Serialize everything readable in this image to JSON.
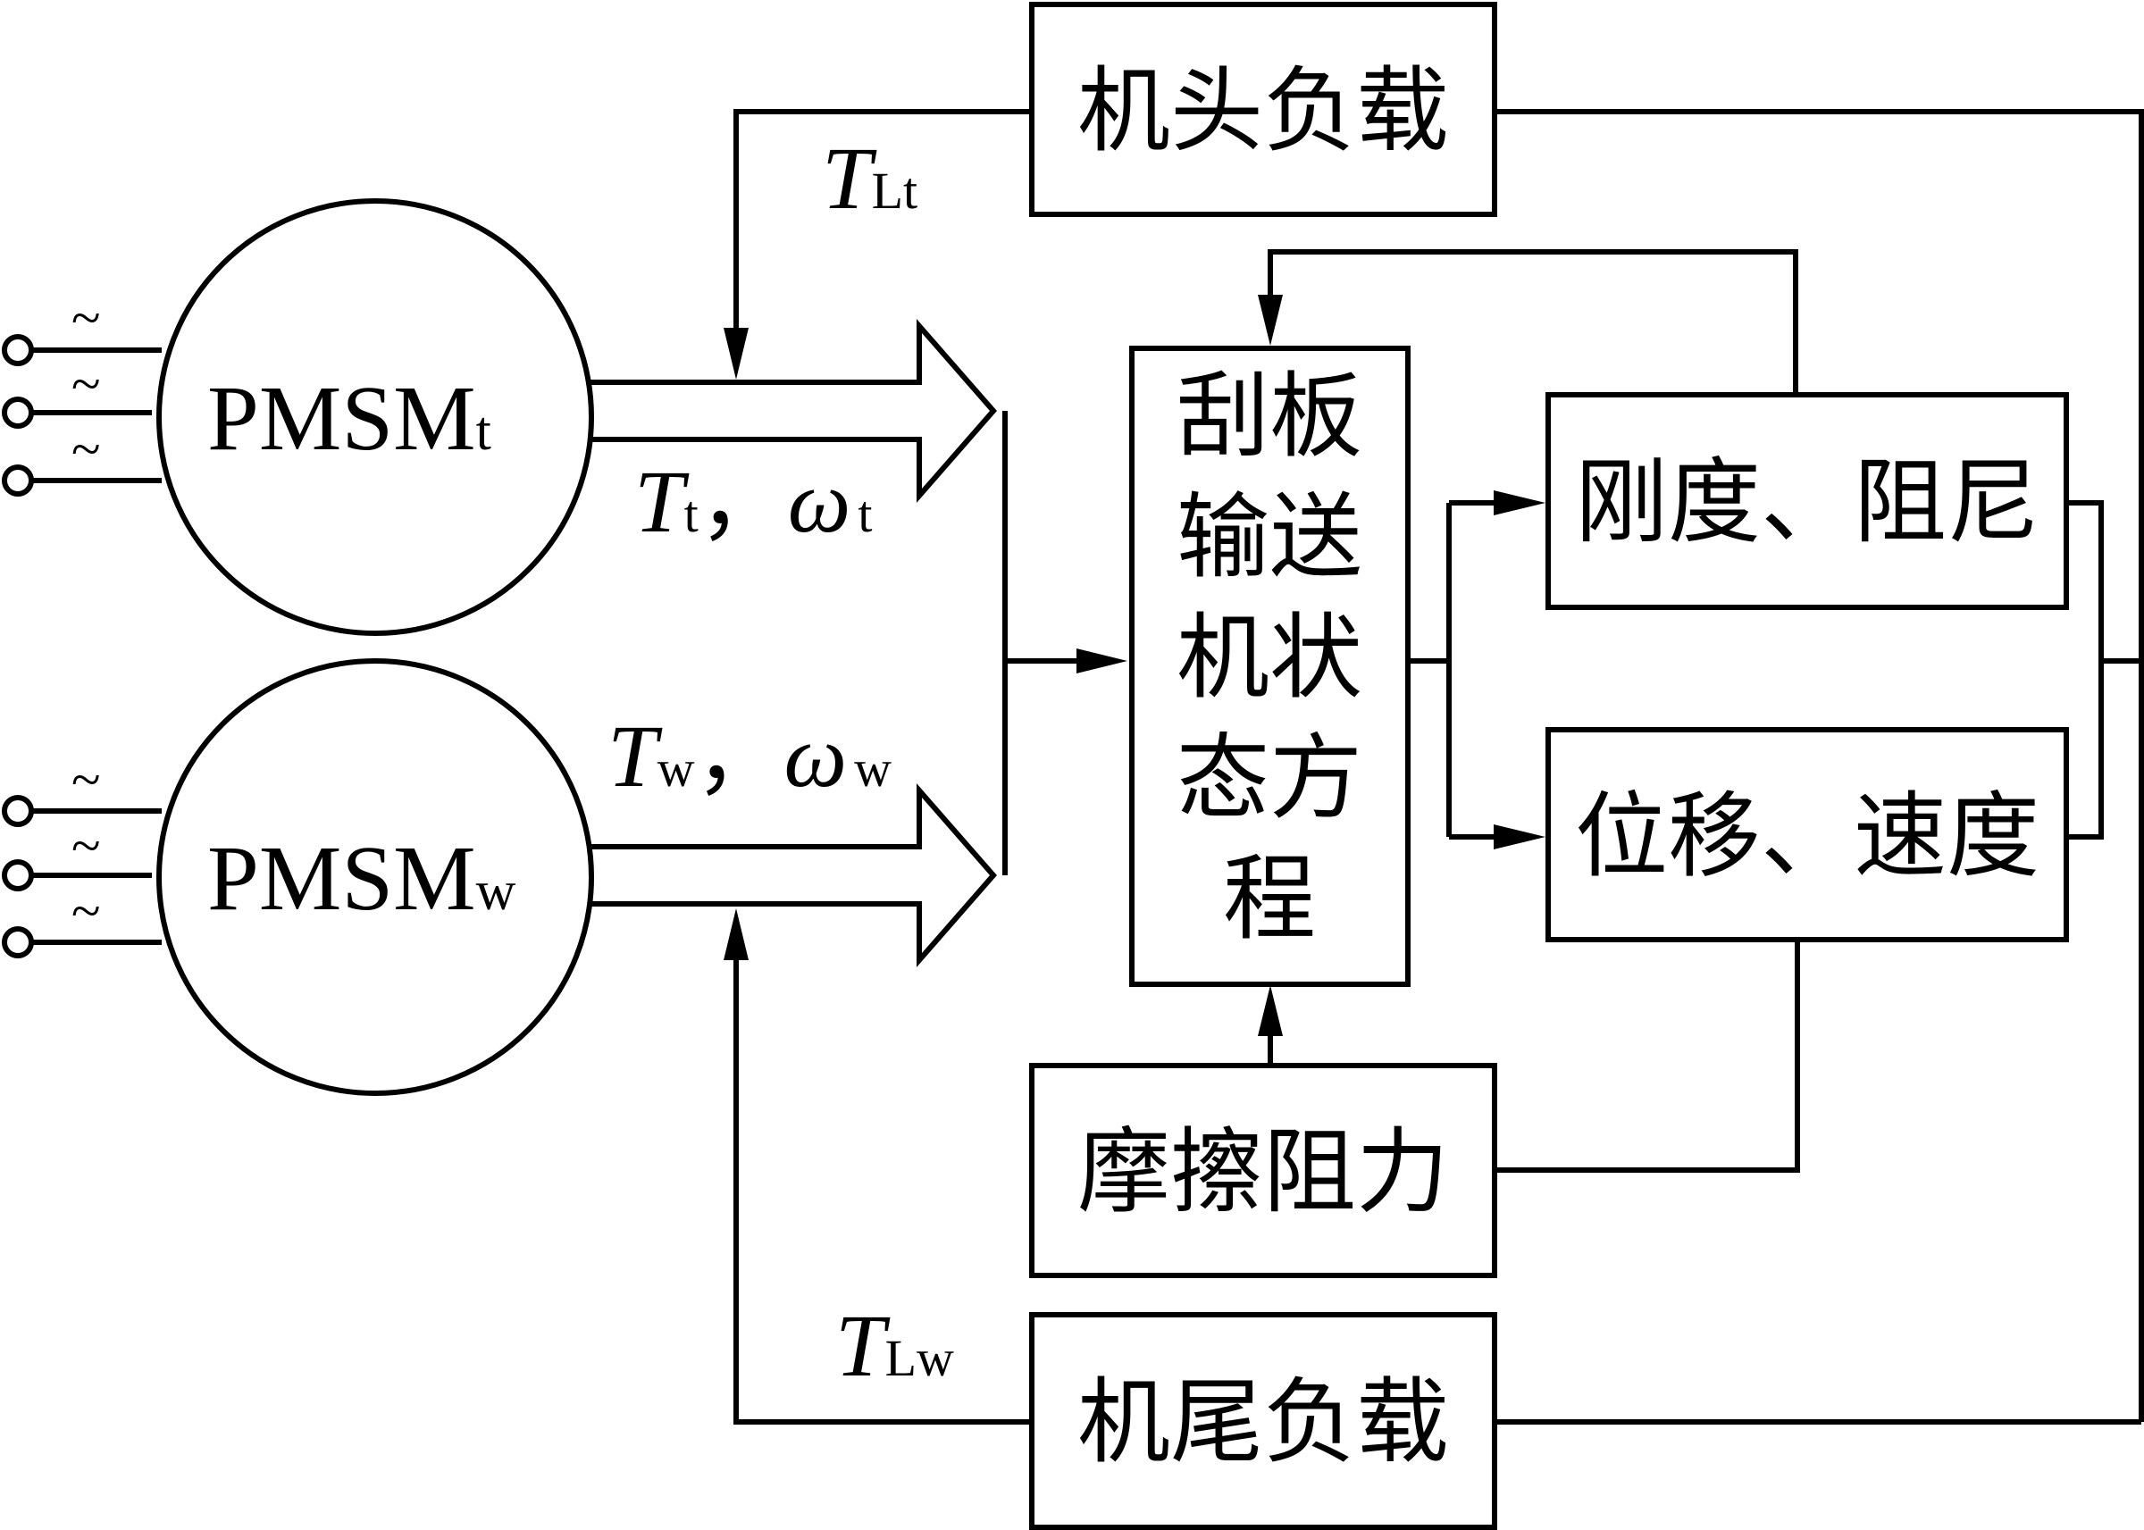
{
  "motors": {
    "top": {
      "name": "PMSM",
      "sub": "t",
      "output_T": "T",
      "output_T_sub": "t",
      "sep": "，",
      "output_w": "ω",
      "output_w_sub": "t"
    },
    "bottom": {
      "name": "PMSM",
      "sub": "w",
      "output_T": "T",
      "output_T_sub": "w",
      "sep": "，",
      "output_w": "ω",
      "output_w_sub": "w"
    },
    "ac_symbol": "~"
  },
  "loads": {
    "head": {
      "label": "机头负载",
      "torque": "T",
      "torque_sub": "Lt"
    },
    "tail": {
      "label": "机尾负载",
      "torque": "T",
      "torque_sub": "Lw"
    }
  },
  "state_equation": {
    "lines": [
      "刮板",
      "输送",
      "机状",
      "态方",
      "程"
    ]
  },
  "stiffness_damping": {
    "label": "刚度、阻尼"
  },
  "displacement_velocity": {
    "label": "位移、速度"
  },
  "friction": {
    "label": "摩擦阻力"
  }
}
